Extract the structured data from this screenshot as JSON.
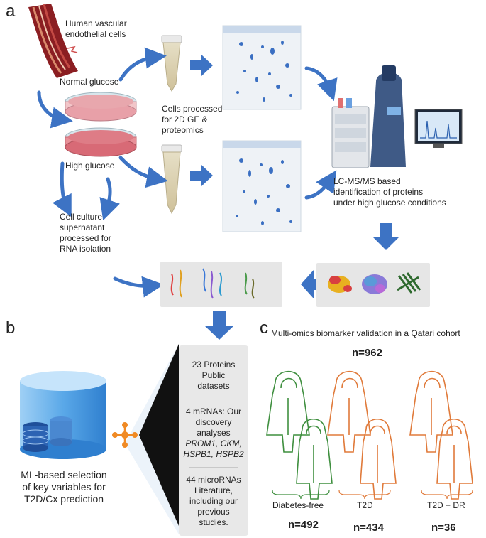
{
  "panel_a": {
    "letter": "a",
    "endothelial_label": "Human vascular\nendothelial cells",
    "normal_glucose": "Normal glucose",
    "high_glucose": "High glucose",
    "cells_processed": "Cells processed\nfor 2D GE &\nproteomics",
    "lcms": "LC-MS/MS based\nidentification of proteins\nunder high glucose conditions",
    "supernatant": "Cell culture\nsupernatant\nprocessed for\nRNA isolation"
  },
  "panel_b": {
    "letter": "b",
    "ml_label": "ML-based selection\nof key variables for\nT2D/Cx prediction",
    "card": {
      "proteins_line1": "23 Proteins",
      "proteins_line2": "Public",
      "proteins_line3": "datasets",
      "mrna_line1": "4 mRNAs:  Our",
      "mrna_line2": "discovery analyses",
      "mrna_genes_1": "PROM1, CKM,",
      "mrna_genes_2": "HSPB1, HSPB2",
      "mirna_line1": "44 microRNAs",
      "mirna_line2": "Literature,",
      "mirna_line3": "including our",
      "mirna_line4": "previous",
      "mirna_line5": "studies."
    }
  },
  "panel_c": {
    "letter": "c",
    "title": "Multi-omics biomarker validation in a Qatari cohort",
    "total": "n=962",
    "groups": [
      {
        "label": "Diabetes-free",
        "n": "n=492",
        "color": "#3f8f3f"
      },
      {
        "label": "T2D",
        "n": "n=434",
        "color": "#e07a3a"
      },
      {
        "label": "T2D + DR",
        "n": "n=36",
        "color": "#e07a3a"
      }
    ]
  },
  "colors": {
    "arrow_blue": "#3d73c4",
    "light_grey": "#e6e6e6",
    "dish_pink": "#e8a0a8"
  }
}
